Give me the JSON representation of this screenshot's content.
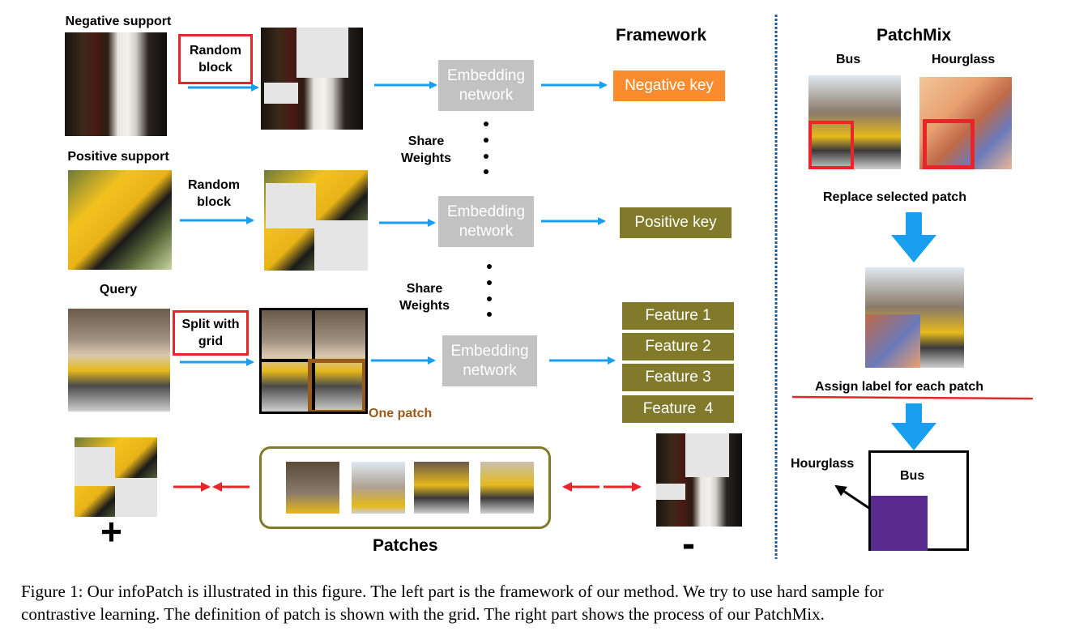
{
  "framework": {
    "title": "Framework",
    "negative_support_label": "Negative support",
    "positive_support_label": "Positive support",
    "query_label": "Query",
    "random_block_1": "Random block",
    "random_block_2": "Random block",
    "split_with_grid": "Split with grid",
    "share_weights_1": "Share Weights",
    "share_weights_2": "Share Weights",
    "embedding_network_1": "Embedding network",
    "embedding_network_2": "Embedding network",
    "embedding_network_3": "Embedding network",
    "negative_key": "Negative key",
    "positive_key": "Positive key",
    "features": [
      "Feature 1",
      "Feature 2",
      "Feature 3",
      "Feature  4"
    ],
    "one_patch": "One patch",
    "patches_label": "Patches",
    "plus": "+",
    "minus": "-"
  },
  "patchmix": {
    "title": "PatchMix",
    "bus_label": "Bus",
    "hourglass_label": "Hourglass",
    "replace_label": "Replace selected patch",
    "assign_label": "Assign label for each patch",
    "box_bus_label": "Bus",
    "box_hourglass_label": "Hourglass"
  },
  "caption": {
    "line1": "Figure 1: Our infoPatch is illustrated in this figure. The left part is the framework of our method. We try to use hard sample for",
    "line2": "contrastive learning. The definition of patch is shown with the grid. The right part shows the process of our PatchMix."
  },
  "colors": {
    "arrow_blue": "#1a9ff0",
    "red": "#e8262a",
    "olive": "#807a2a",
    "orange": "#fb8c2e",
    "embed_gray": "#c2c2c2",
    "patch_brown": "#9a5a1c",
    "label_purple": "#5a2a8f",
    "divider_blue": "#1d5b8f"
  }
}
